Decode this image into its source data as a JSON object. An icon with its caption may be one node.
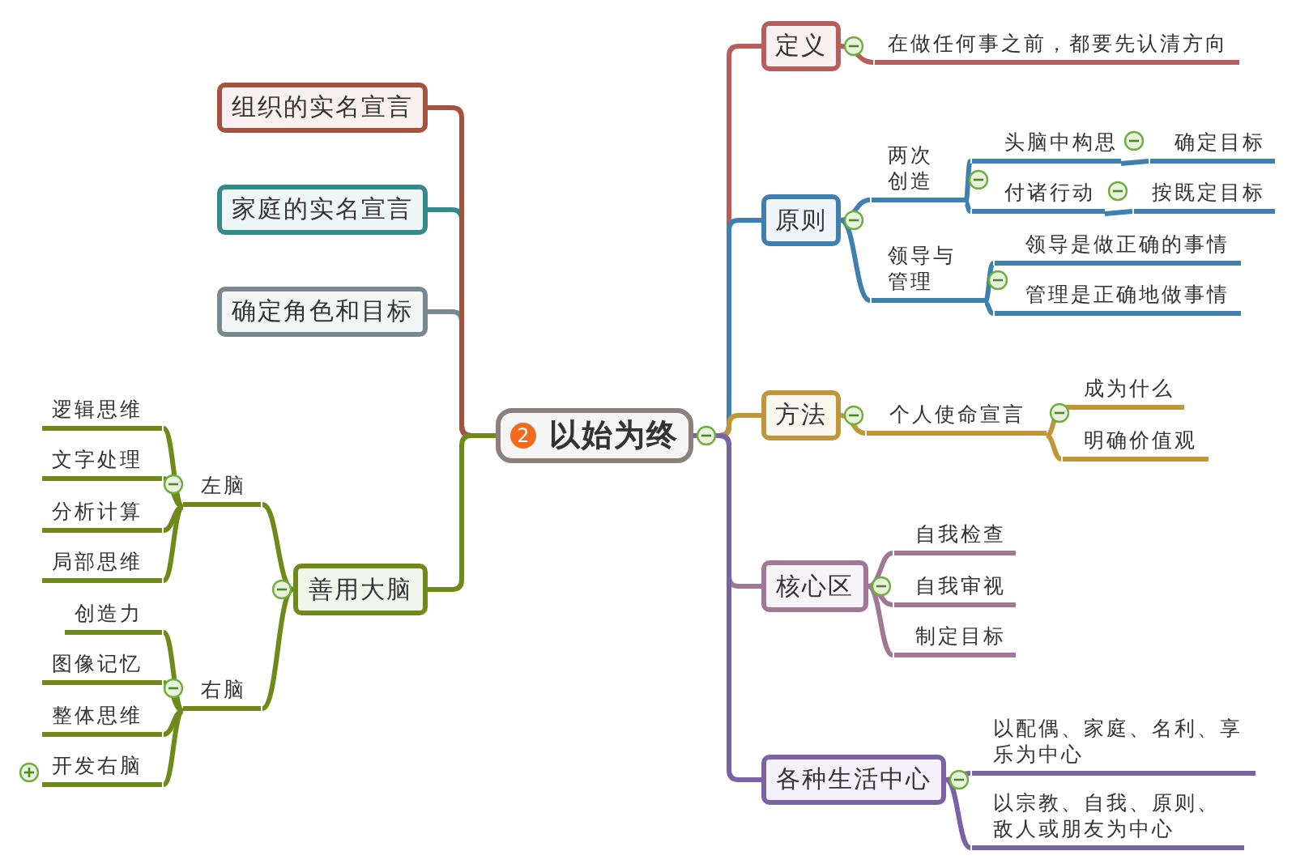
{
  "diagram": {
    "nodes": [
      {
        "text": [
          "2",
          "以始为终"
        ]
      },
      {
        "text": [
          "定义"
        ]
      },
      {
        "text": [
          "在做任何事之前，都要先认清方向"
        ]
      },
      {
        "text": [
          "原则"
        ]
      },
      {
        "text": [
          "两次创造"
        ]
      },
      {
        "text": [
          "头脑中构思"
        ]
      },
      {
        "text": [
          "确定目标"
        ]
      },
      {
        "text": [
          "付诸行动"
        ]
      },
      {
        "text": [
          "按既定目标"
        ]
      },
      {
        "text": [
          "领导与管理"
        ]
      },
      {
        "text": [
          "领导是做正确的事情"
        ]
      },
      {
        "text": [
          "管理是正确地做事情"
        ]
      },
      {
        "text": [
          "方法"
        ]
      },
      {
        "text": [
          "个人使命宣言"
        ]
      },
      {
        "text": [
          "成为什么"
        ]
      },
      {
        "text": [
          "明确价值观"
        ]
      },
      {
        "text": [
          "核心区"
        ]
      },
      {
        "text": [
          "自我检查"
        ]
      },
      {
        "text": [
          "自我审视"
        ]
      },
      {
        "text": [
          "制定目标"
        ]
      },
      {
        "text": [
          "各种生活中心"
        ]
      },
      {
        "text": [
          "以配偶、家庭、名利、享乐为中心"
        ]
      },
      {
        "text": [
          "以宗教、自我、原则、敌人或朋友为中心"
        ]
      },
      {
        "text": [
          "组织的实名宣言"
        ]
      },
      {
        "text": [
          "家庭的实名宣言"
        ]
      },
      {
        "text": [
          "确定角色和目标"
        ]
      },
      {
        "text": [
          "善用大脑"
        ]
      },
      {
        "text": [
          "左脑"
        ]
      },
      {
        "text": [
          "逻辑思维"
        ]
      },
      {
        "text": [
          "文字处理"
        ]
      },
      {
        "text": [
          "分析计算"
        ]
      },
      {
        "text": [
          "局部思维"
        ]
      },
      {
        "text": [
          "右脑"
        ]
      },
      {
        "text": [
          "创造力"
        ]
      },
      {
        "text": [
          "图像记忆"
        ]
      },
      {
        "text": [
          "整体思维"
        ]
      },
      {
        "text": [
          "开发右脑"
        ]
      }
    ],
    "edges": [
      {
        "from": 0,
        "to": 1,
        "arrow": "none",
        "color": "#b85c5c"
      },
      {
        "from": 1,
        "to": 2,
        "arrow": "none",
        "color": "#b85c5c"
      },
      {
        "from": 0,
        "to": 3,
        "arrow": "none",
        "color": "#3f80b0"
      },
      {
        "from": 3,
        "to": 4,
        "arrow": "none",
        "color": "#3f80b0"
      },
      {
        "from": 4,
        "to": 5,
        "arrow": "none",
        "color": "#3f80b0"
      },
      {
        "from": 5,
        "to": 6,
        "arrow": "none",
        "color": "#3f80b0"
      },
      {
        "from": 4,
        "to": 7,
        "arrow": "none",
        "color": "#3f80b0"
      },
      {
        "from": 7,
        "to": 8,
        "arrow": "none",
        "color": "#3f80b0"
      },
      {
        "from": 3,
        "to": 9,
        "arrow": "none",
        "color": "#3f80b0"
      },
      {
        "from": 9,
        "to": 10,
        "arrow": "none",
        "color": "#3f80b0"
      },
      {
        "from": 9,
        "to": 11,
        "arrow": "none",
        "color": "#3f80b0"
      },
      {
        "from": 0,
        "to": 12,
        "arrow": "none",
        "color": "#c0963a"
      },
      {
        "from": 12,
        "to": 13,
        "arrow": "none",
        "color": "#c0963a"
      },
      {
        "from": 13,
        "to": 14,
        "arrow": "none",
        "color": "#c0963a"
      },
      {
        "from": 13,
        "to": 15,
        "arrow": "none",
        "color": "#c0963a"
      },
      {
        "from": 0,
        "to": 16,
        "arrow": "none",
        "color": "#a07896"
      },
      {
        "from": 16,
        "to": 17,
        "arrow": "none",
        "color": "#a07896"
      },
      {
        "from": 16,
        "to": 18,
        "arrow": "none",
        "color": "#a07896"
      },
      {
        "from": 16,
        "to": 19,
        "arrow": "none",
        "color": "#a07896"
      },
      {
        "from": 0,
        "to": 20,
        "arrow": "none",
        "color": "#7b62a3"
      },
      {
        "from": 20,
        "to": 21,
        "arrow": "none",
        "color": "#7b62a3"
      },
      {
        "from": 20,
        "to": 22,
        "arrow": "none",
        "color": "#7b62a3"
      },
      {
        "from": 0,
        "to": 24,
        "arrow": "none",
        "color": "#348a8a"
      },
      {
        "from": 0,
        "to": 25,
        "arrow": "none",
        "color": "#788a90"
      },
      {
        "from": 0,
        "to": 23,
        "arrow": "none",
        "color": "#a5523f"
      },
      {
        "from": 0,
        "to": 26,
        "arrow": "none"
      },
      {
        "from": 26,
        "to": 27,
        "arrow": "none"
      },
      {
        "from": 27,
        "to": 28,
        "arrow": "none"
      },
      {
        "from": 27,
        "to": 29,
        "arrow": "none"
      },
      {
        "from": 27,
        "to": 30,
        "arrow": "none"
      },
      {
        "from": 27,
        "to": 31,
        "arrow": "none"
      },
      {
        "from": 26,
        "to": 32,
        "arrow": "none"
      },
      {
        "from": 32,
        "to": 33,
        "arrow": "none"
      },
      {
        "from": 32,
        "to": 34,
        "arrow": "none"
      },
      {
        "from": 32,
        "to": 35,
        "arrow": "none"
      },
      {
        "from": 32,
        "to": 36,
        "arrow": "none"
      }
    ]
  }
}
